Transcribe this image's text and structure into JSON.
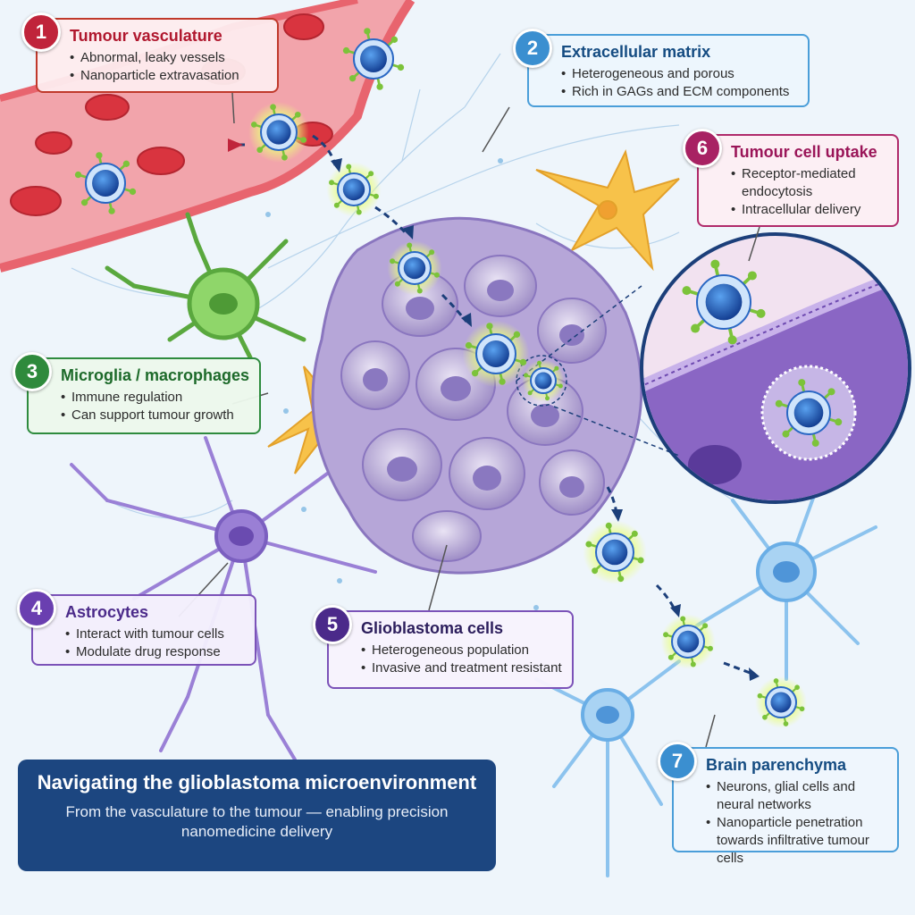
{
  "callouts": [
    {
      "num": "1",
      "title": "Tumour vasculature",
      "bullets": [
        "Abnormal, leaky vessels",
        "Nanoparticle extravasation"
      ]
    },
    {
      "num": "2",
      "title": "Extracellular matrix",
      "bullets": [
        "Heterogeneous and porous",
        "Rich in GAGs and ECM components"
      ]
    },
    {
      "num": "3",
      "title": "Microglia / macrophages",
      "bullets": [
        "Immune regulation",
        "Can support tumour growth"
      ]
    },
    {
      "num": "4",
      "title": "Astrocytes",
      "bullets": [
        "Interact with tumour cells",
        "Modulate drug response"
      ]
    },
    {
      "num": "5",
      "title": "Glioblastoma cells",
      "bullets": [
        "Heterogeneous population",
        "Invasive and treatment resistant"
      ]
    },
    {
      "num": "6",
      "title": "Tumour cell uptake",
      "bullets": [
        "Receptor-mediated endocytosis",
        "Intracellular delivery"
      ]
    },
    {
      "num": "7",
      "title": "Brain parenchyma",
      "bullets": [
        "Neurons, glial cells and neural networks",
        "Nanoparticle penetration towards infiltrative tumour cells"
      ]
    }
  ],
  "title_box": {
    "main": "Navigating the glioblastoma microenvironment",
    "subtitle": "From the vasculature to the tumour — enabling precision nanomedicine delivery"
  },
  "colors": {
    "vessel": "#e8646e",
    "rbc": "#d9343f",
    "nanoparticle_core": "#1f5fbf",
    "ligand": "#7cc33a",
    "microglia": "#7ccf5a",
    "astrocyte": "#8a6ad0",
    "neuron": "#6aaee6",
    "tumour": "#9d8cc8",
    "title_bg": "#1c4680"
  }
}
